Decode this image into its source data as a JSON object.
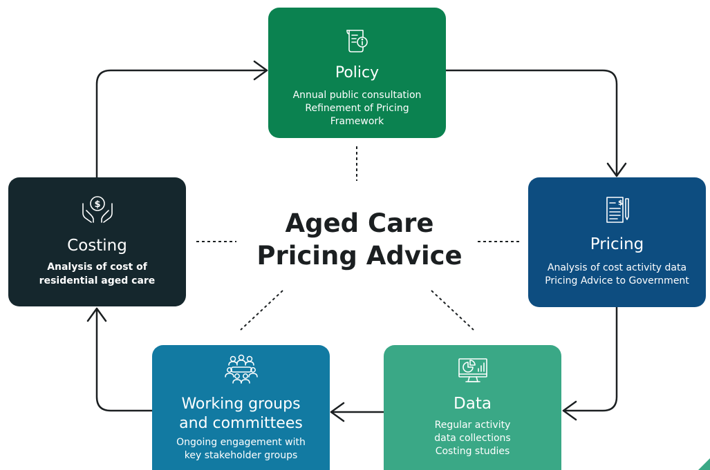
{
  "center_title": {
    "line1": "Aged Care",
    "line2": "Pricing Advice"
  },
  "cards": {
    "policy": {
      "title": "Policy",
      "lines": [
        "Annual public consultation",
        "Refinement of Pricing",
        "Framework"
      ],
      "icon": "scroll-info-icon",
      "color": "#0b8250"
    },
    "pricing": {
      "title": "Pricing",
      "lines": [
        "Analysis of cost activity data",
        "Pricing Advice to Government"
      ],
      "icon": "invoice-icon",
      "color": "#0d4d80"
    },
    "data": {
      "title": "Data",
      "lines": [
        "Regular activity",
        "data collections",
        "Costing studies"
      ],
      "icon": "monitor-chart-icon",
      "color": "#3aa886"
    },
    "working": {
      "title_lines": [
        "Working groups",
        "and committees"
      ],
      "lines": [
        "Ongoing engagement with",
        "key stakeholder groups"
      ],
      "icon": "meeting-table-icon",
      "color": "#127aa2"
    },
    "costing": {
      "title": "Costing",
      "lines": [
        "Analysis of cost of",
        "residential aged care"
      ],
      "icon": "hands-coin-icon",
      "color": "#15272d"
    }
  },
  "colors": {
    "arrow": "#1b1f21",
    "center_text": "#1b1f21",
    "corner_accent": "#3aa886"
  }
}
